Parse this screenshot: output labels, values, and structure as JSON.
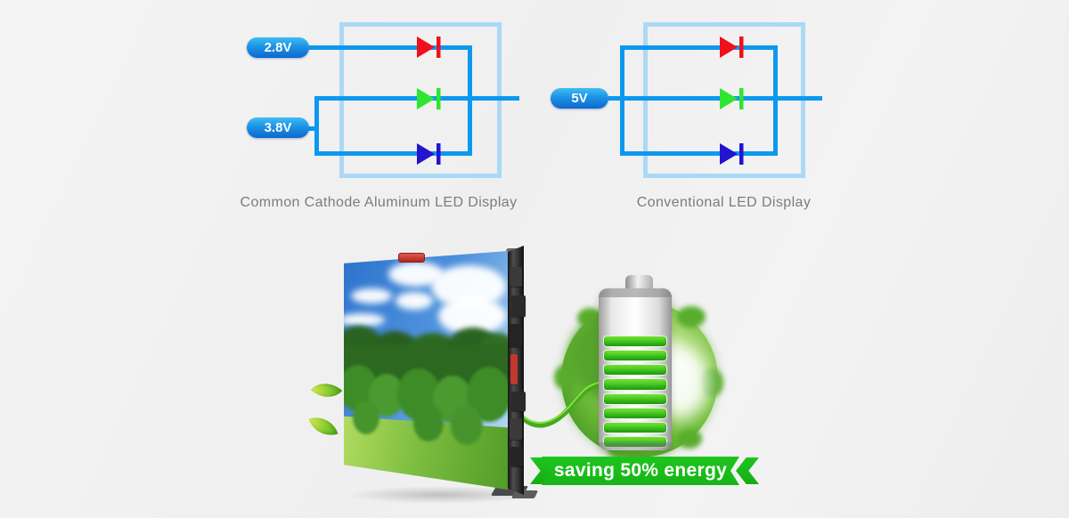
{
  "colors": {
    "wire_blue": "#0d98ef",
    "box_blue": "#abd9f5",
    "led_red": "#f0101c",
    "led_green": "#2ee62e",
    "led_blue": "#2214cf",
    "ribbon_green": "#1ec41e",
    "battery_green": "#3ec81f",
    "caption_gray": "#7c7c7c"
  },
  "diagrams": {
    "left": {
      "caption": "Common Cathode Aluminum LED Display",
      "inputs": [
        {
          "label": "2.8V"
        },
        {
          "label": "3.8V"
        }
      ],
      "leds": [
        "red",
        "green",
        "blue"
      ]
    },
    "right": {
      "caption": "Conventional LED Display",
      "inputs": [
        {
          "label": "5V"
        }
      ],
      "leds": [
        "red",
        "green",
        "blue"
      ]
    }
  },
  "energy": {
    "ribbon_text": "saving 50% energy"
  }
}
